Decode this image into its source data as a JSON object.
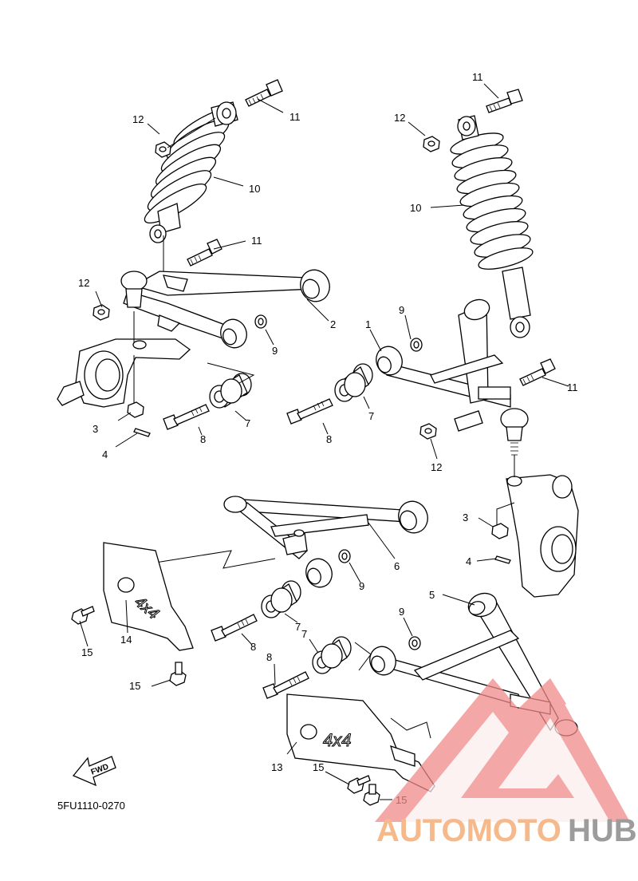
{
  "diagram": {
    "catalog_code": "5FU1110-0270",
    "fwd_label": "FWD",
    "decal_text": "4x4",
    "labels": [
      {
        "id": "l11a",
        "text": "11"
      },
      {
        "id": "l12a",
        "text": "12"
      },
      {
        "id": "l10a",
        "text": "10"
      },
      {
        "id": "l11b",
        "text": "11"
      },
      {
        "id": "l12b",
        "text": "12"
      },
      {
        "id": "l2",
        "text": "2"
      },
      {
        "id": "l9a",
        "text": "9"
      },
      {
        "id": "l3a",
        "text": "3"
      },
      {
        "id": "l4a",
        "text": "4"
      },
      {
        "id": "l8a",
        "text": "8"
      },
      {
        "id": "l7a",
        "text": "7"
      },
      {
        "id": "l11c",
        "text": "11"
      },
      {
        "id": "l12c",
        "text": "12"
      },
      {
        "id": "l10b",
        "text": "10"
      },
      {
        "id": "l9b",
        "text": "9"
      },
      {
        "id": "l1",
        "text": "1"
      },
      {
        "id": "l7b",
        "text": "7"
      },
      {
        "id": "l8b",
        "text": "8"
      },
      {
        "id": "l11d",
        "text": "11"
      },
      {
        "id": "l12d",
        "text": "12"
      },
      {
        "id": "l3b",
        "text": "3"
      },
      {
        "id": "l4b",
        "text": "4"
      },
      {
        "id": "l6",
        "text": "6"
      },
      {
        "id": "l9c",
        "text": "9"
      },
      {
        "id": "l7c",
        "text": "7"
      },
      {
        "id": "l8c",
        "text": "8"
      },
      {
        "id": "l14",
        "text": "14"
      },
      {
        "id": "l15a",
        "text": "15"
      },
      {
        "id": "l15b",
        "text": "15"
      },
      {
        "id": "l5",
        "text": "5"
      },
      {
        "id": "l9d",
        "text": "9"
      },
      {
        "id": "l7d",
        "text": "7"
      },
      {
        "id": "l8d",
        "text": "8"
      },
      {
        "id": "l13",
        "text": "13"
      },
      {
        "id": "l15c",
        "text": "15"
      },
      {
        "id": "l15d",
        "text": "15"
      }
    ]
  },
  "watermark": {
    "brand_part1": "AUTOMOTO",
    "brand_part2": "HUB",
    "logo_color": "#f08a8a",
    "text_color_1": "#f6b98b",
    "text_color_2": "#9c9c9c"
  }
}
